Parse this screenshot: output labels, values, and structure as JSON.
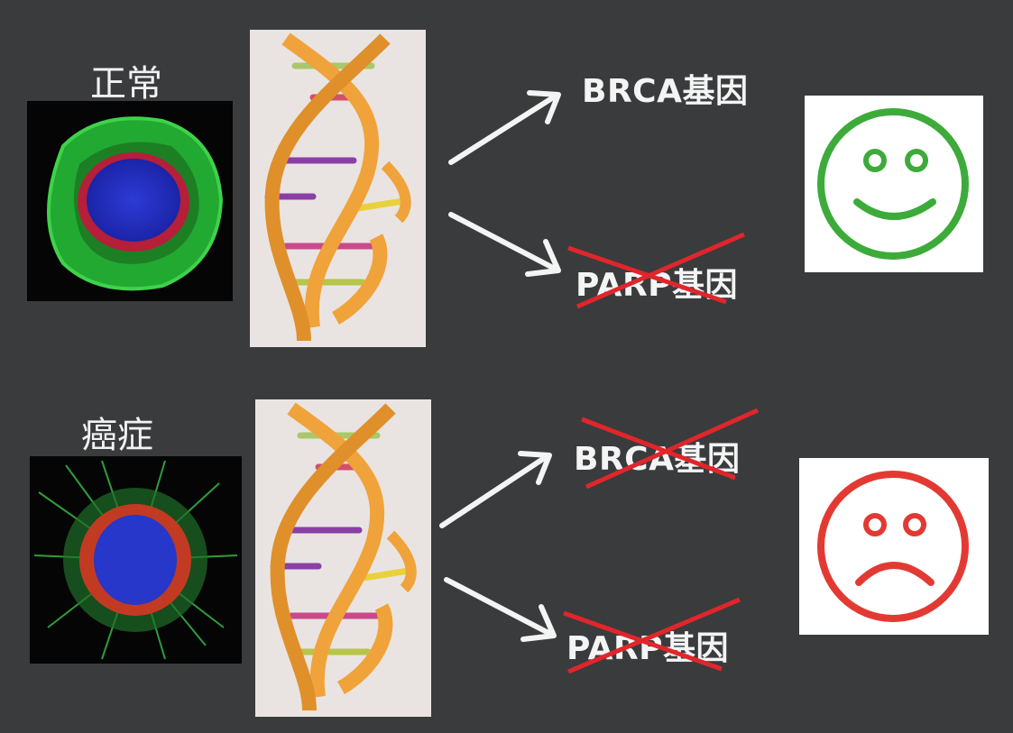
{
  "rows": [
    {
      "title": "正常",
      "genes": [
        {
          "label": "BRCA基因",
          "crossed": false
        },
        {
          "label": "PARP基因",
          "crossed": true
        }
      ],
      "outcome": "happy-face"
    },
    {
      "title": "癌症",
      "genes": [
        {
          "label": "BRCA基因",
          "crossed": true
        },
        {
          "label": "PARP基因",
          "crossed": true
        }
      ],
      "outcome": "sad-face"
    }
  ],
  "colors": {
    "background": "#3a3b3d",
    "arrow": "#f4f4f4",
    "cross": "#e0262b",
    "happy": "#3dab3a",
    "sad": "#e23a33",
    "dna_strand": "#f0a33a"
  }
}
